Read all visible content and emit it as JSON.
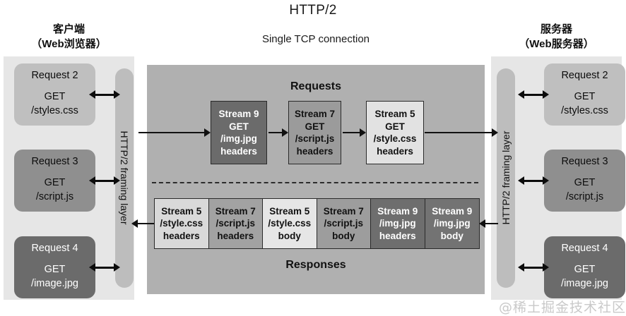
{
  "title": "HTTP/2",
  "subtitle": "Single TCP  connection",
  "client": {
    "title_line1": "客户端",
    "title_line2": "（Web浏览器）",
    "framing_label": "HTTP/2 framing layer",
    "requests": [
      {
        "title": "Request  2",
        "method": "GET",
        "path": "/styles.css",
        "shade": "light"
      },
      {
        "title": "Request  3",
        "method": "GET",
        "path": "/script.js",
        "shade": "mid"
      },
      {
        "title": "Request  4",
        "method": "GET",
        "path": "/image.jpg",
        "shade": "dark"
      }
    ]
  },
  "server": {
    "title_line1": "服务器",
    "title_line2": "（Web服务器）",
    "framing_label": "HTTP/2 framing layer",
    "requests": [
      {
        "title": "Request  2",
        "method": "GET",
        "path": "/styles.css",
        "shade": "light"
      },
      {
        "title": "Request  3",
        "method": "GET",
        "path": "/script.js",
        "shade": "mid"
      },
      {
        "title": "Request  4",
        "method": "GET",
        "path": "/image.jpg",
        "shade": "dark"
      }
    ]
  },
  "center": {
    "requests_label": "Requests",
    "responses_label": "Responses",
    "request_streams": [
      {
        "stream": "Stream 9",
        "method": "GET",
        "path": "/img.jpg",
        "part": "headers",
        "shade": "dark"
      },
      {
        "stream": "Stream 7",
        "method": "GET",
        "path": "/script.js",
        "part": "headers",
        "shade": "mid"
      },
      {
        "stream": "Stream 5",
        "method": "GET",
        "path": "/style.css",
        "part": "headers",
        "shade": "light"
      }
    ],
    "response_frames": [
      {
        "stream": "Stream 5",
        "path": "/style.css",
        "part": "headers",
        "shade": "1"
      },
      {
        "stream": "Stream 7",
        "path": "/script.js",
        "part": "headers",
        "shade": "2"
      },
      {
        "stream": "Stream 5",
        "path": "/style.css",
        "part": "body",
        "shade": "3"
      },
      {
        "stream": "Stream 7",
        "path": "/script.js",
        "part": "body",
        "shade": "4"
      },
      {
        "stream": "Stream 9",
        "path": "/img.jpg",
        "part": "headers",
        "shade": "5"
      },
      {
        "stream": "Stream 9",
        "path": "/img.jpg",
        "part": "body",
        "shade": "6"
      }
    ]
  },
  "watermark": "@稀土掘金技术社区",
  "colors": {
    "panel_bg": "#e6e6e6",
    "center_bg": "#b0b0b0",
    "framing_bar": "#bdbdbd",
    "stroke": "#2a2a2a"
  }
}
